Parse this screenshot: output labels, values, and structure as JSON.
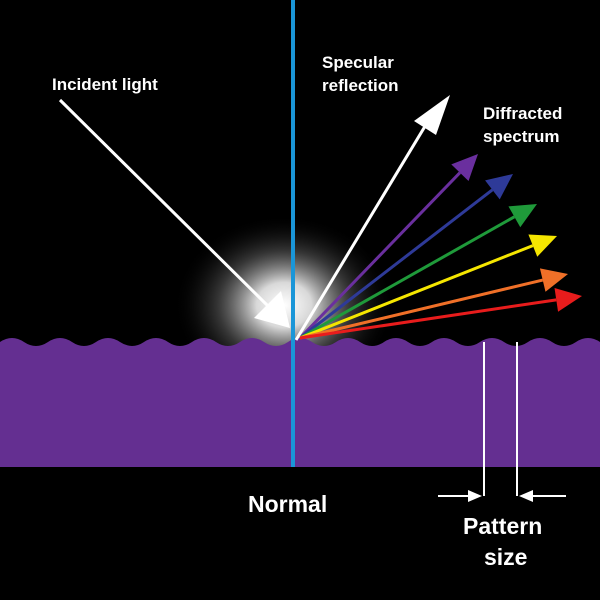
{
  "labels": {
    "incident": "Incident light",
    "specular": [
      "Specular",
      "reflection"
    ],
    "diffracted": [
      "Diffracted",
      "spectrum"
    ],
    "normal": "Normal",
    "pattern": [
      "Pattern",
      "size"
    ]
  },
  "colors": {
    "background": "#000000",
    "surface": "#642f91",
    "normal_line": "#1a96d8",
    "white_arrows": "#ffffff",
    "spectrum": [
      "#6a2f9e",
      "#2e3a98",
      "#1f9a3a",
      "#f5e600",
      "#f07028",
      "#e81c1c"
    ]
  }
}
